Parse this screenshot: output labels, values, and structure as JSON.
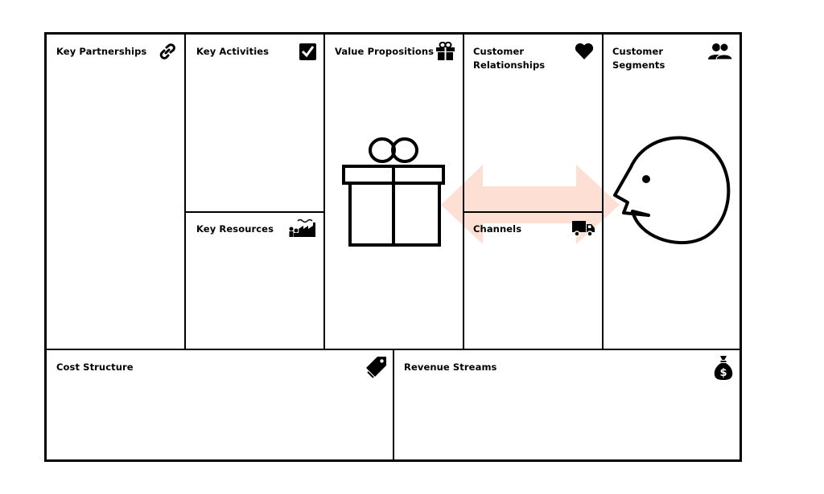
{
  "canvas": {
    "blocks": {
      "key_partnerships": "Key Partnerships",
      "key_activities": "Key Activities",
      "key_resources": "Key Resources",
      "value_propositions": "Value Propositions",
      "customer_relationships_line1": "Customer",
      "customer_relationships_line2": "Relationships",
      "channels": "Channels",
      "customer_segments_line1": "Customer",
      "customer_segments_line2": "Segments",
      "cost_structure": "Cost Structure",
      "revenue_streams": "Revenue Streams"
    },
    "icons": {
      "key_partnerships": "link-icon",
      "key_activities": "checkbox-icon",
      "key_resources": "factory-people-icon",
      "value_propositions": "gift-icon",
      "customer_relationships": "heart-icon",
      "channels": "truck-icon",
      "customer_segments": "people-icon",
      "cost_structure": "price-tag-icon",
      "revenue_streams": "money-bag-icon"
    },
    "colors": {
      "lines": "#000000",
      "arrow": "#fde0d3"
    }
  }
}
